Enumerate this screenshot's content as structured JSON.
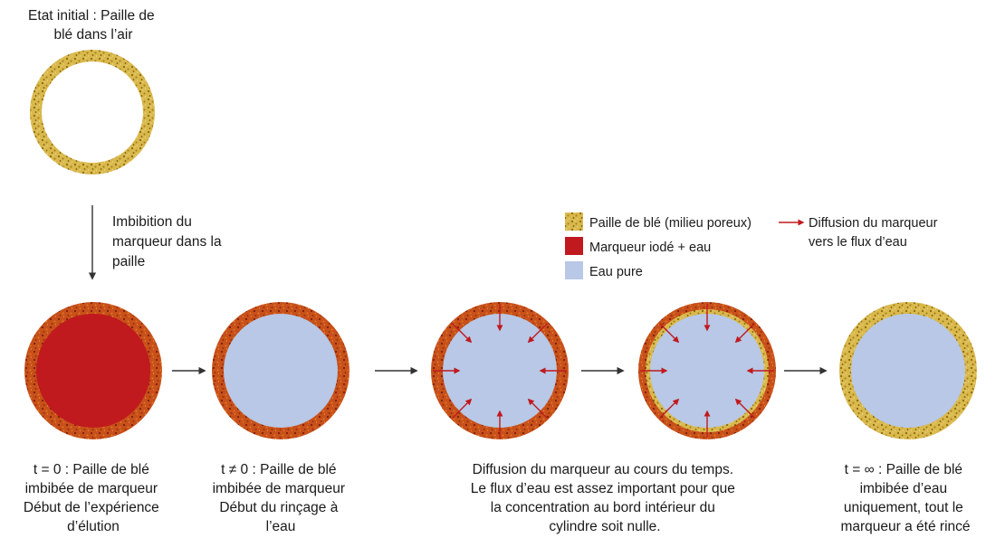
{
  "initial_state": {
    "title_lines": [
      "Etat initial : Paille de",
      "blé dans l’air"
    ]
  },
  "imbibition": {
    "lines": [
      "Imbibition du",
      "marqueur dans la",
      "paille"
    ]
  },
  "legend": {
    "straw": "Paille de blé (milieu poreux)",
    "marker": "Marqueur iodé + eau",
    "water": "Eau pure",
    "diffusion_lines": [
      "Diffusion du marqueur",
      "vers le flux d’eau"
    ]
  },
  "stages": [
    {
      "lines": [
        "t = 0 : Paille de blé",
        "imbibée de marqueur",
        "Début de l’expérience",
        "d’élution"
      ]
    },
    {
      "lines": [
        "t ≠ 0 : Paille de blé",
        "imbibée de marqueur",
        "Début du rinçage à",
        "l’eau"
      ]
    },
    {
      "lines": [
        "Diffusion du marqueur au cours du temps.",
        "Le flux d’eau est assez important pour que",
        "la concentration au bord intérieur du",
        "cylindre soit nulle."
      ]
    },
    {
      "lines": [
        "t = ∞ : Paille de blé",
        "imbibée d’eau",
        "uniquement, tout le",
        "marqueur a été rincé"
      ]
    }
  ],
  "colors": {
    "straw": "#d8b84a",
    "straw_speckle": "#8a6a10",
    "marker": "#c0191e",
    "marker_ring": "#c84a14",
    "water": "#b8c8e6",
    "arrow": "#c0191e",
    "connector": "#333333"
  },
  "icons": {
    "flow_arrow": "arrow-right-icon",
    "diffusion_arrow": "red-arrow-icon",
    "down_arrow": "arrow-down-icon"
  }
}
